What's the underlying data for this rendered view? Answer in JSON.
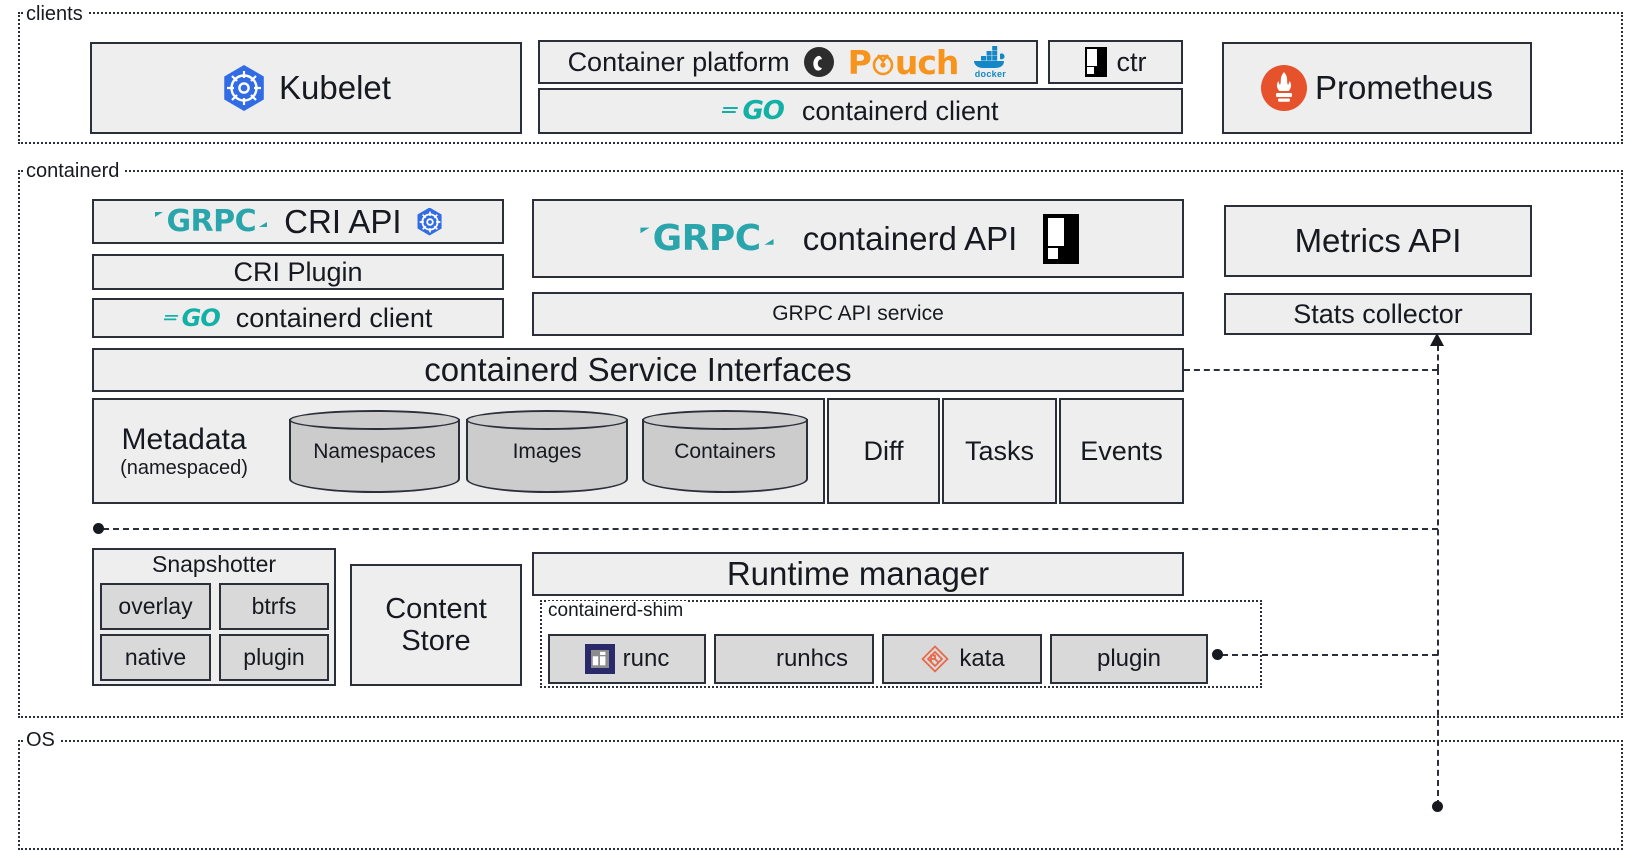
{
  "zones": {
    "clients": {
      "label": "clients"
    },
    "containerd": {
      "label": "containerd"
    },
    "os": {
      "label": "OS"
    },
    "shim": {
      "label": "containerd-shim"
    }
  },
  "clients": {
    "kubelet": {
      "label": "Kubelet",
      "icon": "kubernetes-icon"
    },
    "container_platform": {
      "label": "Container platform",
      "icons": [
        "cri-o-icon",
        "pouch-icon",
        "docker-icon"
      ],
      "pouch_label": "P",
      "pouch_label2": "uch",
      "docker_label": "docker"
    },
    "containerd_client": {
      "label": "containerd client",
      "icon": "go-icon",
      "go_label": "GO"
    },
    "ctr": {
      "label": "ctr",
      "icon": "containerd-icon"
    },
    "prometheus": {
      "label": "Prometheus",
      "icon": "prometheus-icon"
    }
  },
  "containerd": {
    "cri_api": {
      "label": "CRI API",
      "grpc_label": "GRPC",
      "icon": "kubernetes-icon"
    },
    "cri_plugin": {
      "label": "CRI Plugin"
    },
    "containerd_client": {
      "label": "containerd client",
      "go_label": "GO"
    },
    "containerd_api": {
      "label": "containerd API",
      "grpc_label": "GRPC",
      "icon": "containerd-icon"
    },
    "grpc_api_service": {
      "label": "GRPC API service"
    },
    "metrics_api": {
      "label": "Metrics API"
    },
    "stats_collector": {
      "label": "Stats collector"
    },
    "service_interfaces": {
      "label": "containerd Service Interfaces"
    },
    "metadata": {
      "label": "Metadata",
      "sublabel": "(namespaced)"
    },
    "stores": [
      "Namespaces",
      "Images",
      "Containers"
    ],
    "services": [
      "Diff",
      "Tasks",
      "Events"
    ],
    "snapshotter": {
      "label": "Snapshotter",
      "items": [
        "overlay",
        "btrfs",
        "native",
        "plugin"
      ]
    },
    "content_store": {
      "line1": "Content",
      "line2": "Store"
    },
    "runtime_manager": {
      "label": "Runtime manager"
    },
    "runtimes": [
      {
        "label": "runc",
        "icon": "runc-icon"
      },
      {
        "label": "runhcs",
        "icon": "microsoft-icon"
      },
      {
        "label": "kata",
        "icon": "kata-icon"
      },
      {
        "label": "plugin",
        "icon": ""
      }
    ]
  },
  "colors": {
    "box_fill": "#eeeeee",
    "box_fill_gray": "#d9d9d9",
    "border": "#2b2f3a",
    "grpc": "#2aa5ab",
    "go": "#13b0a5",
    "kubernetes": "#326ce5",
    "prometheus": "#e6522c",
    "docker": "#1488c6",
    "pouch": "#f7941e",
    "kata": "#e8694a",
    "runc": "#2a2a6b",
    "ms_red": "#f24f23",
    "ms_green": "#7eb900",
    "ms_blue": "#00a3ee",
    "ms_yellow": "#ffb900"
  }
}
